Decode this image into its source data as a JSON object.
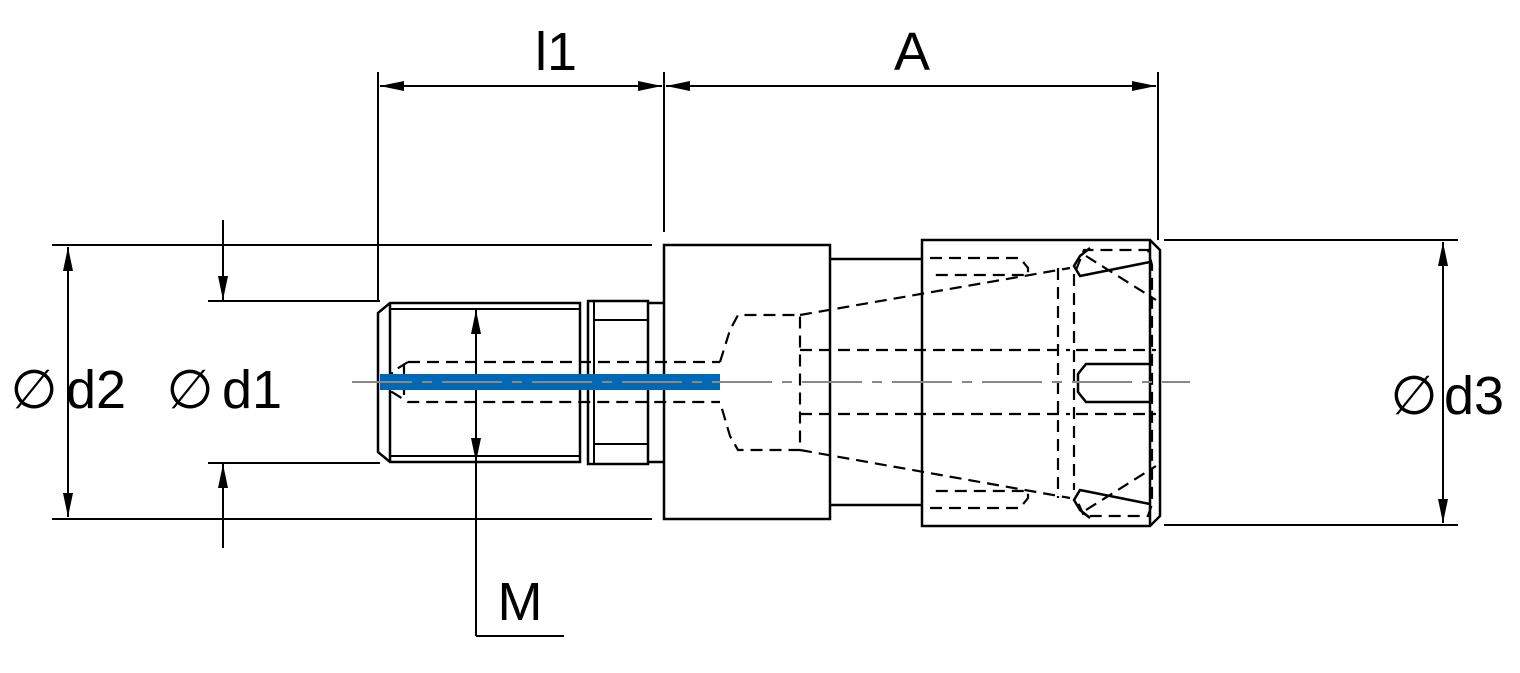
{
  "drawing": {
    "dimension_labels": {
      "l1": "l1",
      "a": "A",
      "d2": "d2",
      "d1": "d1",
      "d3": "d3",
      "m": "M"
    },
    "diameter_symbol": "∅",
    "colors": {
      "line": "#000000",
      "coolant_channel": "#0068b4",
      "centerline": "#888888"
    }
  }
}
